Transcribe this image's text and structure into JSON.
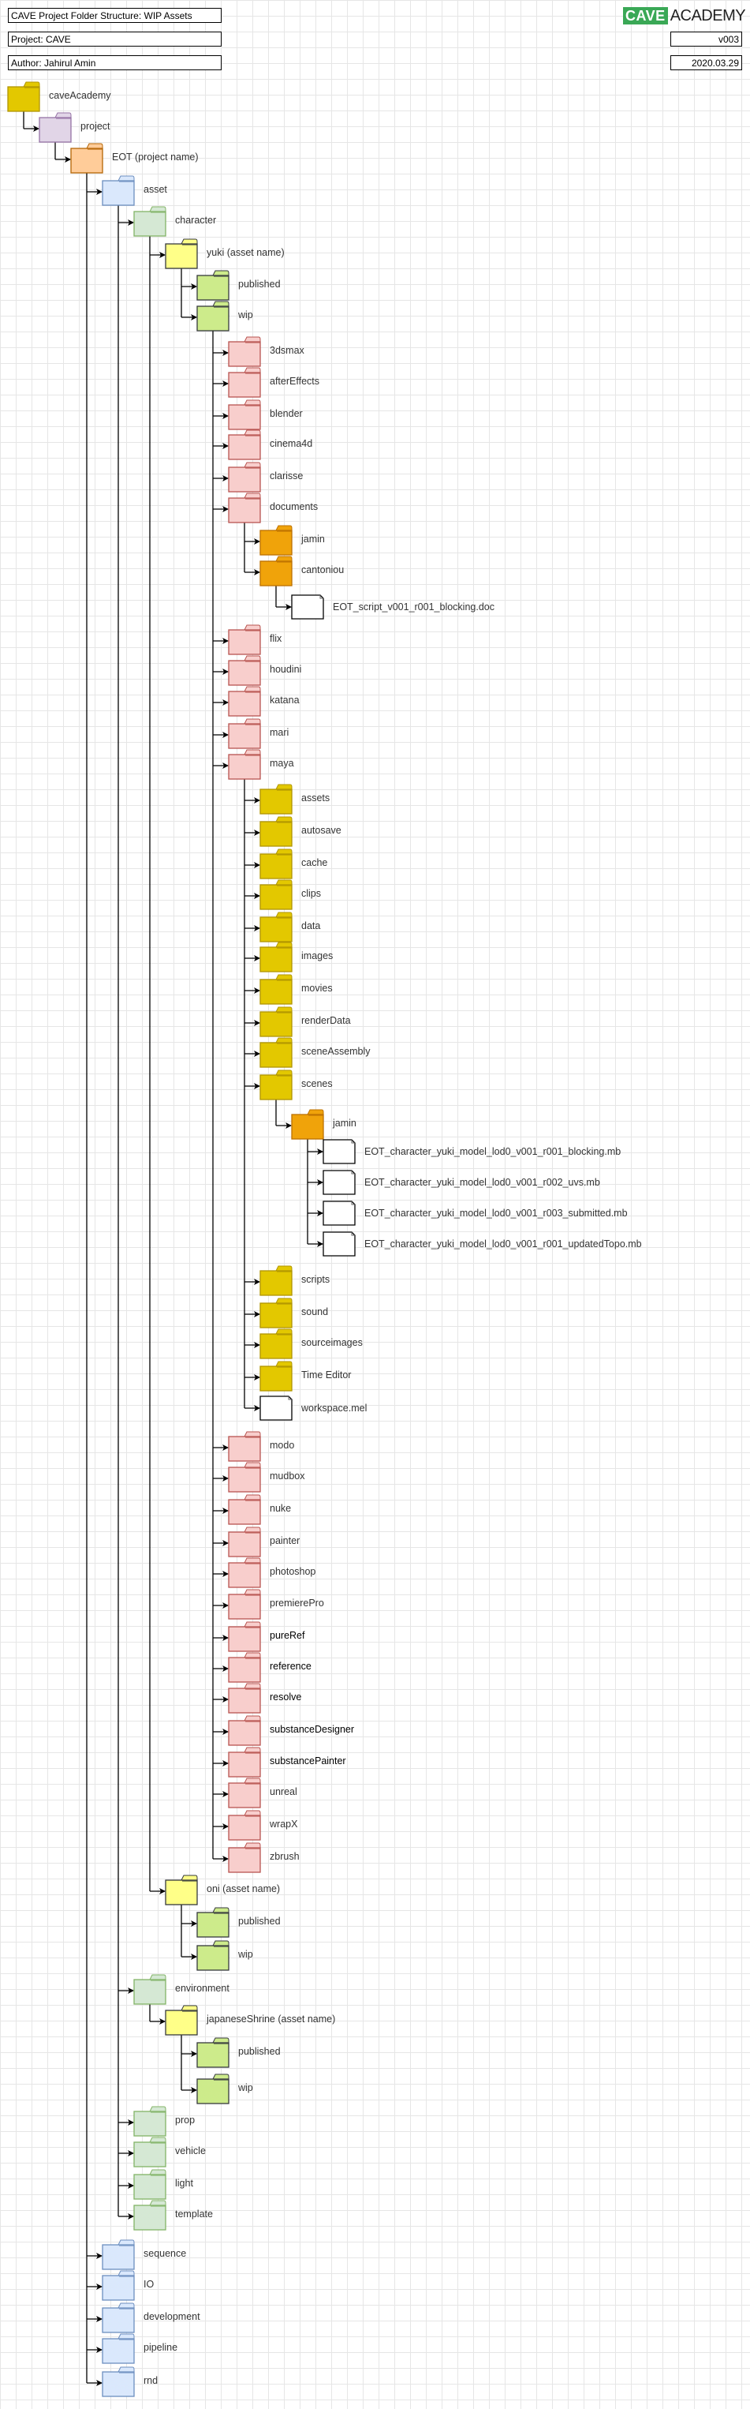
{
  "header": {
    "title": "CAVE Project Folder Structure: WIP Assets",
    "project": "Project: CAVE",
    "author": "Author: Jahirul Amin",
    "version": "v003",
    "date": "2020.03.29",
    "logo_left": "CAVE",
    "logo_right": "ACADEMY"
  },
  "colors": {
    "root": {
      "fill": "#e3c800",
      "stroke": "#b09500"
    },
    "project": {
      "fill": "#e1d5e7",
      "stroke": "#9673a6"
    },
    "proj": {
      "fill": "#ffcc99",
      "stroke": "#b46504"
    },
    "blue": {
      "fill": "#dae8fc",
      "stroke": "#6c8ebf"
    },
    "green": {
      "fill": "#d5e8d4",
      "stroke": "#82b366"
    },
    "asset": {
      "fill": "#ffff88",
      "stroke": "#36393d"
    },
    "lime": {
      "fill": "#cdeb8b",
      "stroke": "#36393d"
    },
    "red": {
      "fill": "#f8cecc",
      "stroke": "#b85450"
    },
    "gold": {
      "fill": "#e3c800",
      "stroke": "#b09500"
    },
    "orange": {
      "fill": "#f0a30a",
      "stroke": "#bd7000"
    },
    "file": {
      "fill": "#ffffff",
      "stroke": "#000000"
    },
    "logo_green": "#3aa856"
  },
  "tree": [
    {
      "label": "caveAcademy",
      "depth": 0,
      "kind": "root"
    },
    {
      "label": "project",
      "depth": 1,
      "kind": "project"
    },
    {
      "label": "EOT (project name)",
      "depth": 2,
      "kind": "proj"
    },
    {
      "label": "asset",
      "depth": 3,
      "kind": "blue"
    },
    {
      "label": "character",
      "depth": 4,
      "kind": "green"
    },
    {
      "label": "yuki (asset name)",
      "depth": 5,
      "kind": "asset"
    },
    {
      "label": "published",
      "depth": 6,
      "kind": "lime"
    },
    {
      "label": "wip",
      "depth": 6,
      "kind": "lime"
    },
    {
      "label": "3dsmax",
      "depth": 7,
      "kind": "red"
    },
    {
      "label": "afterEffects",
      "depth": 7,
      "kind": "red"
    },
    {
      "label": "blender",
      "depth": 7,
      "kind": "red"
    },
    {
      "label": "cinema4d",
      "depth": 7,
      "kind": "red"
    },
    {
      "label": "clarisse",
      "depth": 7,
      "kind": "red"
    },
    {
      "label": "documents",
      "depth": 7,
      "kind": "red"
    },
    {
      "label": "jamin",
      "depth": 8,
      "kind": "orange"
    },
    {
      "label": "cantoniou",
      "depth": 8,
      "kind": "orange"
    },
    {
      "label": "EOT_script_v001_r001_blocking.doc",
      "depth": 9,
      "kind": "file"
    },
    {
      "label": "flix",
      "depth": 7,
      "kind": "red"
    },
    {
      "label": "houdini",
      "depth": 7,
      "kind": "red"
    },
    {
      "label": "katana",
      "depth": 7,
      "kind": "red"
    },
    {
      "label": "mari",
      "depth": 7,
      "kind": "red"
    },
    {
      "label": "maya",
      "depth": 7,
      "kind": "red"
    },
    {
      "label": "assets",
      "depth": 8,
      "kind": "gold"
    },
    {
      "label": "autosave",
      "depth": 8,
      "kind": "gold"
    },
    {
      "label": "cache",
      "depth": 8,
      "kind": "gold"
    },
    {
      "label": "clips",
      "depth": 8,
      "kind": "gold"
    },
    {
      "label": "data",
      "depth": 8,
      "kind": "gold"
    },
    {
      "label": "images",
      "depth": 8,
      "kind": "gold"
    },
    {
      "label": "movies",
      "depth": 8,
      "kind": "gold"
    },
    {
      "label": "renderData",
      "depth": 8,
      "kind": "gold"
    },
    {
      "label": "sceneAssembly",
      "depth": 8,
      "kind": "gold"
    },
    {
      "label": "scenes",
      "depth": 8,
      "kind": "gold"
    },
    {
      "label": "jamin",
      "depth": 9,
      "kind": "orange"
    },
    {
      "label": "EOT_character_yuki_model_lod0_v001_r001_blocking.mb",
      "depth": 10,
      "kind": "file"
    },
    {
      "label": "EOT_character_yuki_model_lod0_v001_r002_uvs.mb",
      "depth": 10,
      "kind": "file"
    },
    {
      "label": "EOT_character_yuki_model_lod0_v001_r003_submitted.mb",
      "depth": 10,
      "kind": "file"
    },
    {
      "label": "EOT_character_yuki_model_lod0_v001_r001_updatedTopo.mb",
      "depth": 10,
      "kind": "file"
    },
    {
      "label": "scripts",
      "depth": 8,
      "kind": "gold"
    },
    {
      "label": "sound",
      "depth": 8,
      "kind": "gold"
    },
    {
      "label": "sourceimages",
      "depth": 8,
      "kind": "gold"
    },
    {
      "label": "Time Editor",
      "depth": 8,
      "kind": "gold"
    },
    {
      "label": "workspace.mel",
      "depth": 8,
      "kind": "file"
    },
    {
      "label": "modo",
      "depth": 7,
      "kind": "red"
    },
    {
      "label": "mudbox",
      "depth": 7,
      "kind": "red"
    },
    {
      "label": "nuke",
      "depth": 7,
      "kind": "red"
    },
    {
      "label": "painter",
      "depth": 7,
      "kind": "red"
    },
    {
      "label": "photoshop",
      "depth": 7,
      "kind": "red"
    },
    {
      "label": "premierePro",
      "depth": 7,
      "kind": "red"
    },
    {
      "label": "pureRef",
      "depth": 7,
      "kind": "red",
      "strong": true
    },
    {
      "label": "reference",
      "depth": 7,
      "kind": "red",
      "strong": true
    },
    {
      "label": "resolve",
      "depth": 7,
      "kind": "red",
      "strong": true
    },
    {
      "label": "substanceDesigner",
      "depth": 7,
      "kind": "red",
      "strong": true
    },
    {
      "label": "substancePainter",
      "depth": 7,
      "kind": "red",
      "strong": true
    },
    {
      "label": "unreal",
      "depth": 7,
      "kind": "red"
    },
    {
      "label": "wrapX",
      "depth": 7,
      "kind": "red"
    },
    {
      "label": "zbrush",
      "depth": 7,
      "kind": "red"
    },
    {
      "label": "oni (asset name)",
      "depth": 5,
      "kind": "asset"
    },
    {
      "label": "published",
      "depth": 6,
      "kind": "lime"
    },
    {
      "label": "wip",
      "depth": 6,
      "kind": "lime"
    },
    {
      "label": "environment",
      "depth": 4,
      "kind": "green"
    },
    {
      "label": "japaneseShrine (asset name)",
      "depth": 5,
      "kind": "asset"
    },
    {
      "label": "published",
      "depth": 6,
      "kind": "lime"
    },
    {
      "label": "wip",
      "depth": 6,
      "kind": "lime"
    },
    {
      "label": "prop",
      "depth": 4,
      "kind": "green"
    },
    {
      "label": "vehicle",
      "depth": 4,
      "kind": "green"
    },
    {
      "label": "light",
      "depth": 4,
      "kind": "green"
    },
    {
      "label": "template",
      "depth": 4,
      "kind": "green"
    },
    {
      "label": "sequence",
      "depth": 3,
      "kind": "blue"
    },
    {
      "label": "IO",
      "depth": 3,
      "kind": "blue"
    },
    {
      "label": "development",
      "depth": 3,
      "kind": "blue"
    },
    {
      "label": "pipeline",
      "depth": 3,
      "kind": "blue"
    },
    {
      "label": "rnd",
      "depth": 3,
      "kind": "blue"
    }
  ]
}
